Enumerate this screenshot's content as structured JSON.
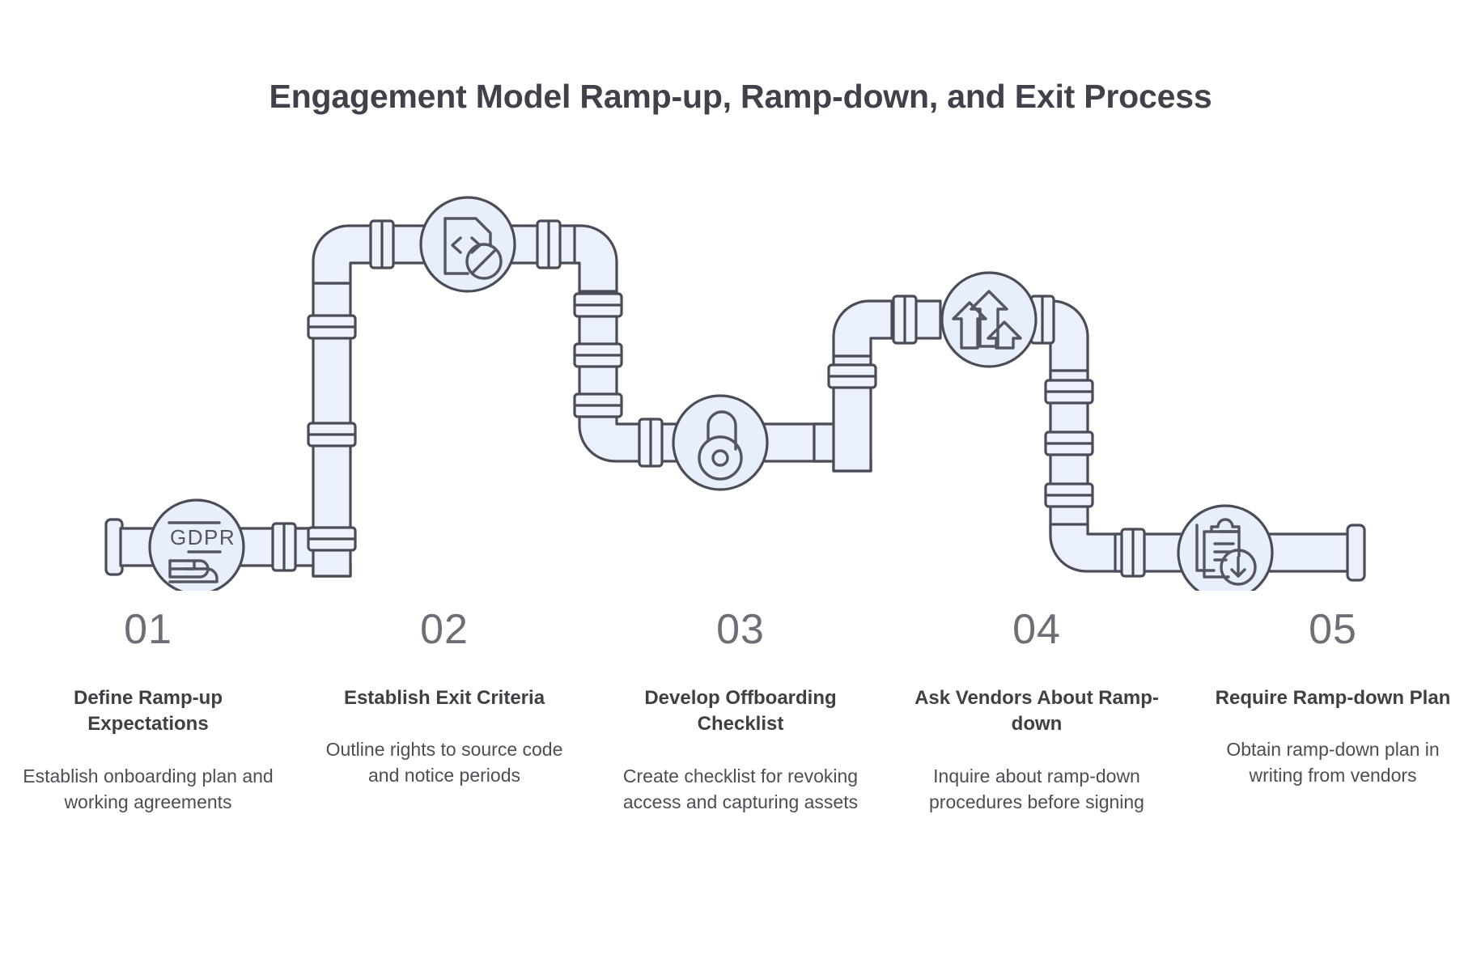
{
  "header": {
    "title": "Engagement Model Ramp-up, Ramp-down, and Exit Process"
  },
  "diagram": {
    "type": "pipeline-process",
    "orientation": "horizontal",
    "node_count": 5,
    "colors": {
      "pipe_fill": "#eaf1fd",
      "pipe_stroke": "#4b4c57",
      "node_fill": "#e7eefc",
      "icon_stroke": "#55565f",
      "title_color": "#40414a",
      "number_color": "#6d6f78",
      "body_text_color": "#4c4d55",
      "background": "#ffffff"
    },
    "icon_labels": {
      "gdpr_text": "GDPR"
    }
  },
  "steps": [
    {
      "number": "01",
      "title": "Define Ramp-up Expectations",
      "description": "Establish onboarding plan and working agreements",
      "icon": "gdpr-document-icon"
    },
    {
      "number": "02",
      "title": "Establish Exit Criteria",
      "description": "Outline rights to source code and notice periods",
      "icon": "code-document-blocked-icon"
    },
    {
      "number": "03",
      "title": "Develop Offboarding Checklist",
      "description": "Create checklist for revoking access and capturing assets",
      "icon": "open-padlock-icon"
    },
    {
      "number": "04",
      "title": "Ask Vendors About Ramp-down",
      "description": "Inquire about ramp-down procedures before signing",
      "icon": "three-up-arrows-icon"
    },
    {
      "number": "05",
      "title": "Require Ramp-down Plan",
      "description": "Obtain ramp-down plan in writing from vendors",
      "icon": "clipboard-download-icon"
    }
  ]
}
